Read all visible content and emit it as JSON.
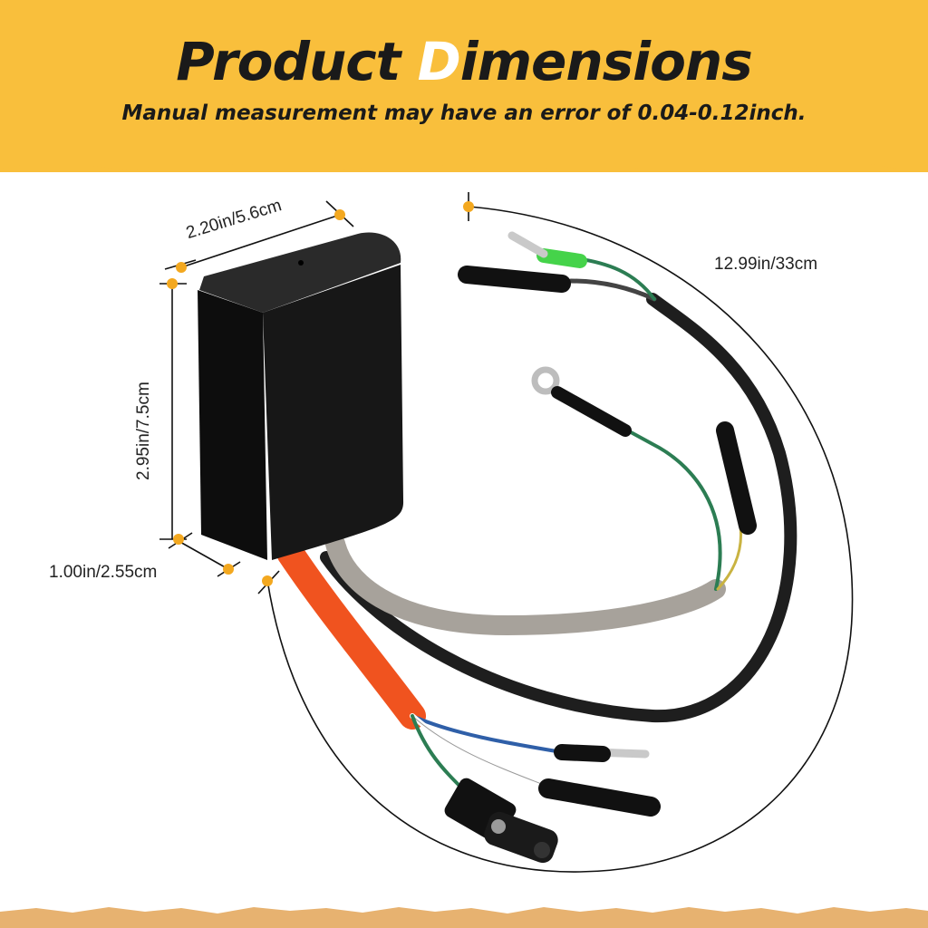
{
  "header": {
    "title_part1": "Product ",
    "title_accent": "D",
    "title_part2": "imensions",
    "subtitle": "Manual measurement may have an error of 0.04-0.12inch."
  },
  "dimensions": {
    "width": "2.20in/5.6cm",
    "height": "2.95in/7.5cm",
    "depth": "1.00in/2.55cm",
    "cable_length": "12.99in/33cm"
  },
  "colors": {
    "header_bg": "#f9bf3c",
    "marker": "#f3a81f",
    "module_body": "#151515",
    "sleeve_orange": "#f0531f"
  }
}
